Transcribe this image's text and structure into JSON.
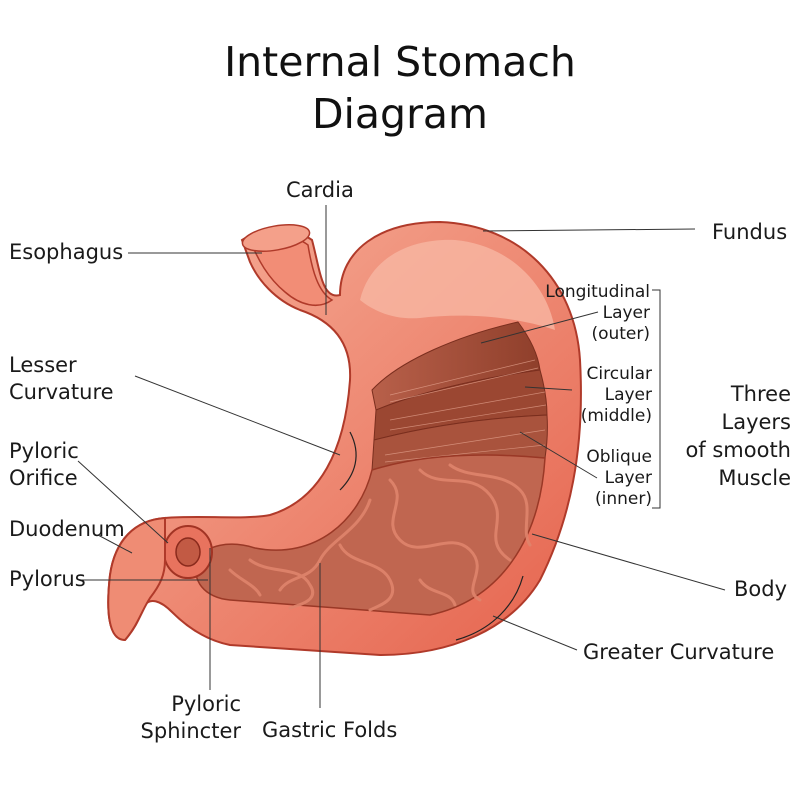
{
  "title": {
    "line1": "Internal Stomach",
    "line2": "Diagram"
  },
  "labels": {
    "cardia": "Cardia",
    "esophagus": "Esophagus",
    "fundus": "Fundus",
    "longitudinal": [
      "Longitudinal",
      "Layer",
      "(outer)"
    ],
    "circular": [
      "Circular",
      "Layer",
      "(middle)"
    ],
    "oblique": [
      "Oblique",
      "Layer",
      "(inner)"
    ],
    "three_layers": [
      "Three",
      "Layers",
      "of smooth",
      "Muscle"
    ],
    "lesser_curvature": [
      "Lesser",
      "Curvature"
    ],
    "pyloric_orifice": [
      "Pyloric",
      "Orifice"
    ],
    "duodenum": "Duodenum",
    "pylorus": "Pylorus",
    "body": "Body",
    "greater_curvature": "Greater Curvature",
    "pyloric_sphincter": [
      "Pyloric",
      "Sphincter"
    ],
    "gastric_folds": "Gastric Folds"
  },
  "colors": {
    "outer_wall": "#e8735e",
    "wall_light": "#f5a28c",
    "muscle": "#a4503a",
    "folds": "#c8654f",
    "outline": "#b03a2a"
  }
}
